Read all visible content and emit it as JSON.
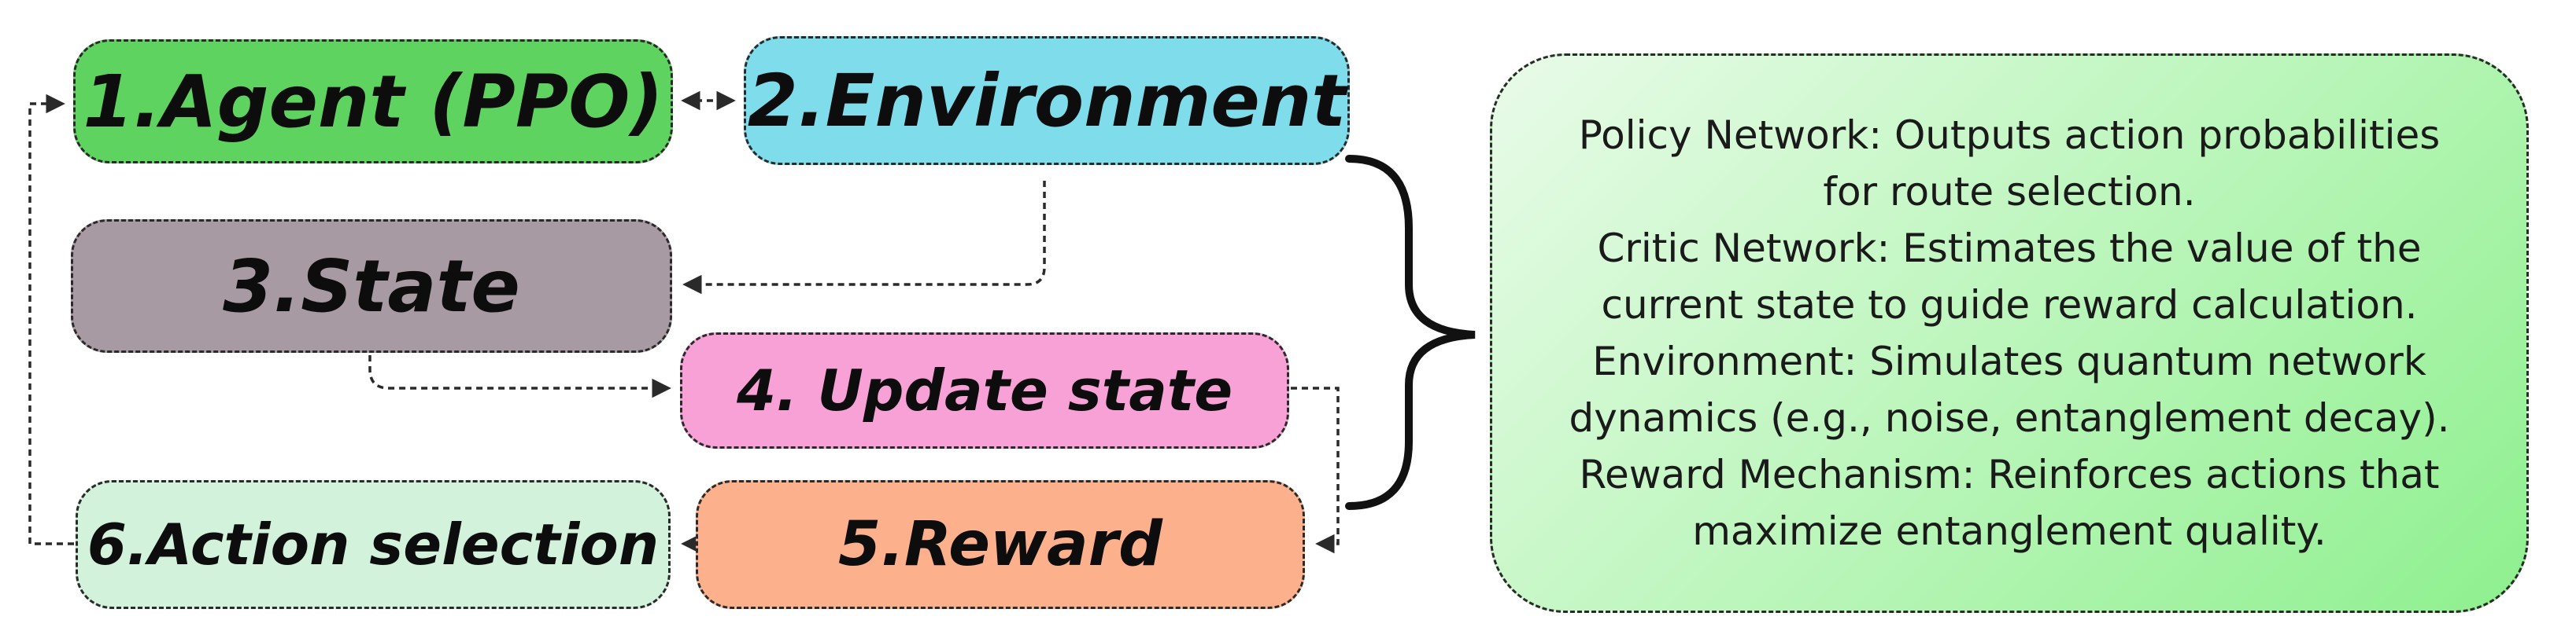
{
  "nodes": {
    "agent": {
      "label": "1.Agent (PPO)",
      "fill": "#5fd35f"
    },
    "env": {
      "label": "2.Environment",
      "fill": "#7fdcea"
    },
    "state": {
      "label": "3.State",
      "fill": "#a89aa3"
    },
    "update": {
      "label": "4. Update state",
      "fill": "#f7a1d6"
    },
    "reward": {
      "label": "5.Reward",
      "fill": "#fdb08c"
    },
    "action": {
      "label": "6.Action selection",
      "fill": "#d3f2dc"
    }
  },
  "info": {
    "lines": [
      "Policy Network: Outputs action probabilities",
      "for route selection.",
      "Critic Network: Estimates the value of the",
      "current state to guide reward calculation.",
      "Environment: Simulates quantum network",
      "dynamics (e.g., noise, entanglement decay).",
      "Reward Mechanism: Reinforces actions that",
      "maximize entanglement quality."
    ],
    "gradient_start": "#e9fbe9",
    "gradient_end": "#8ef08e"
  },
  "colors": {
    "line": "#2a2a2a",
    "brace": "#111111"
  }
}
